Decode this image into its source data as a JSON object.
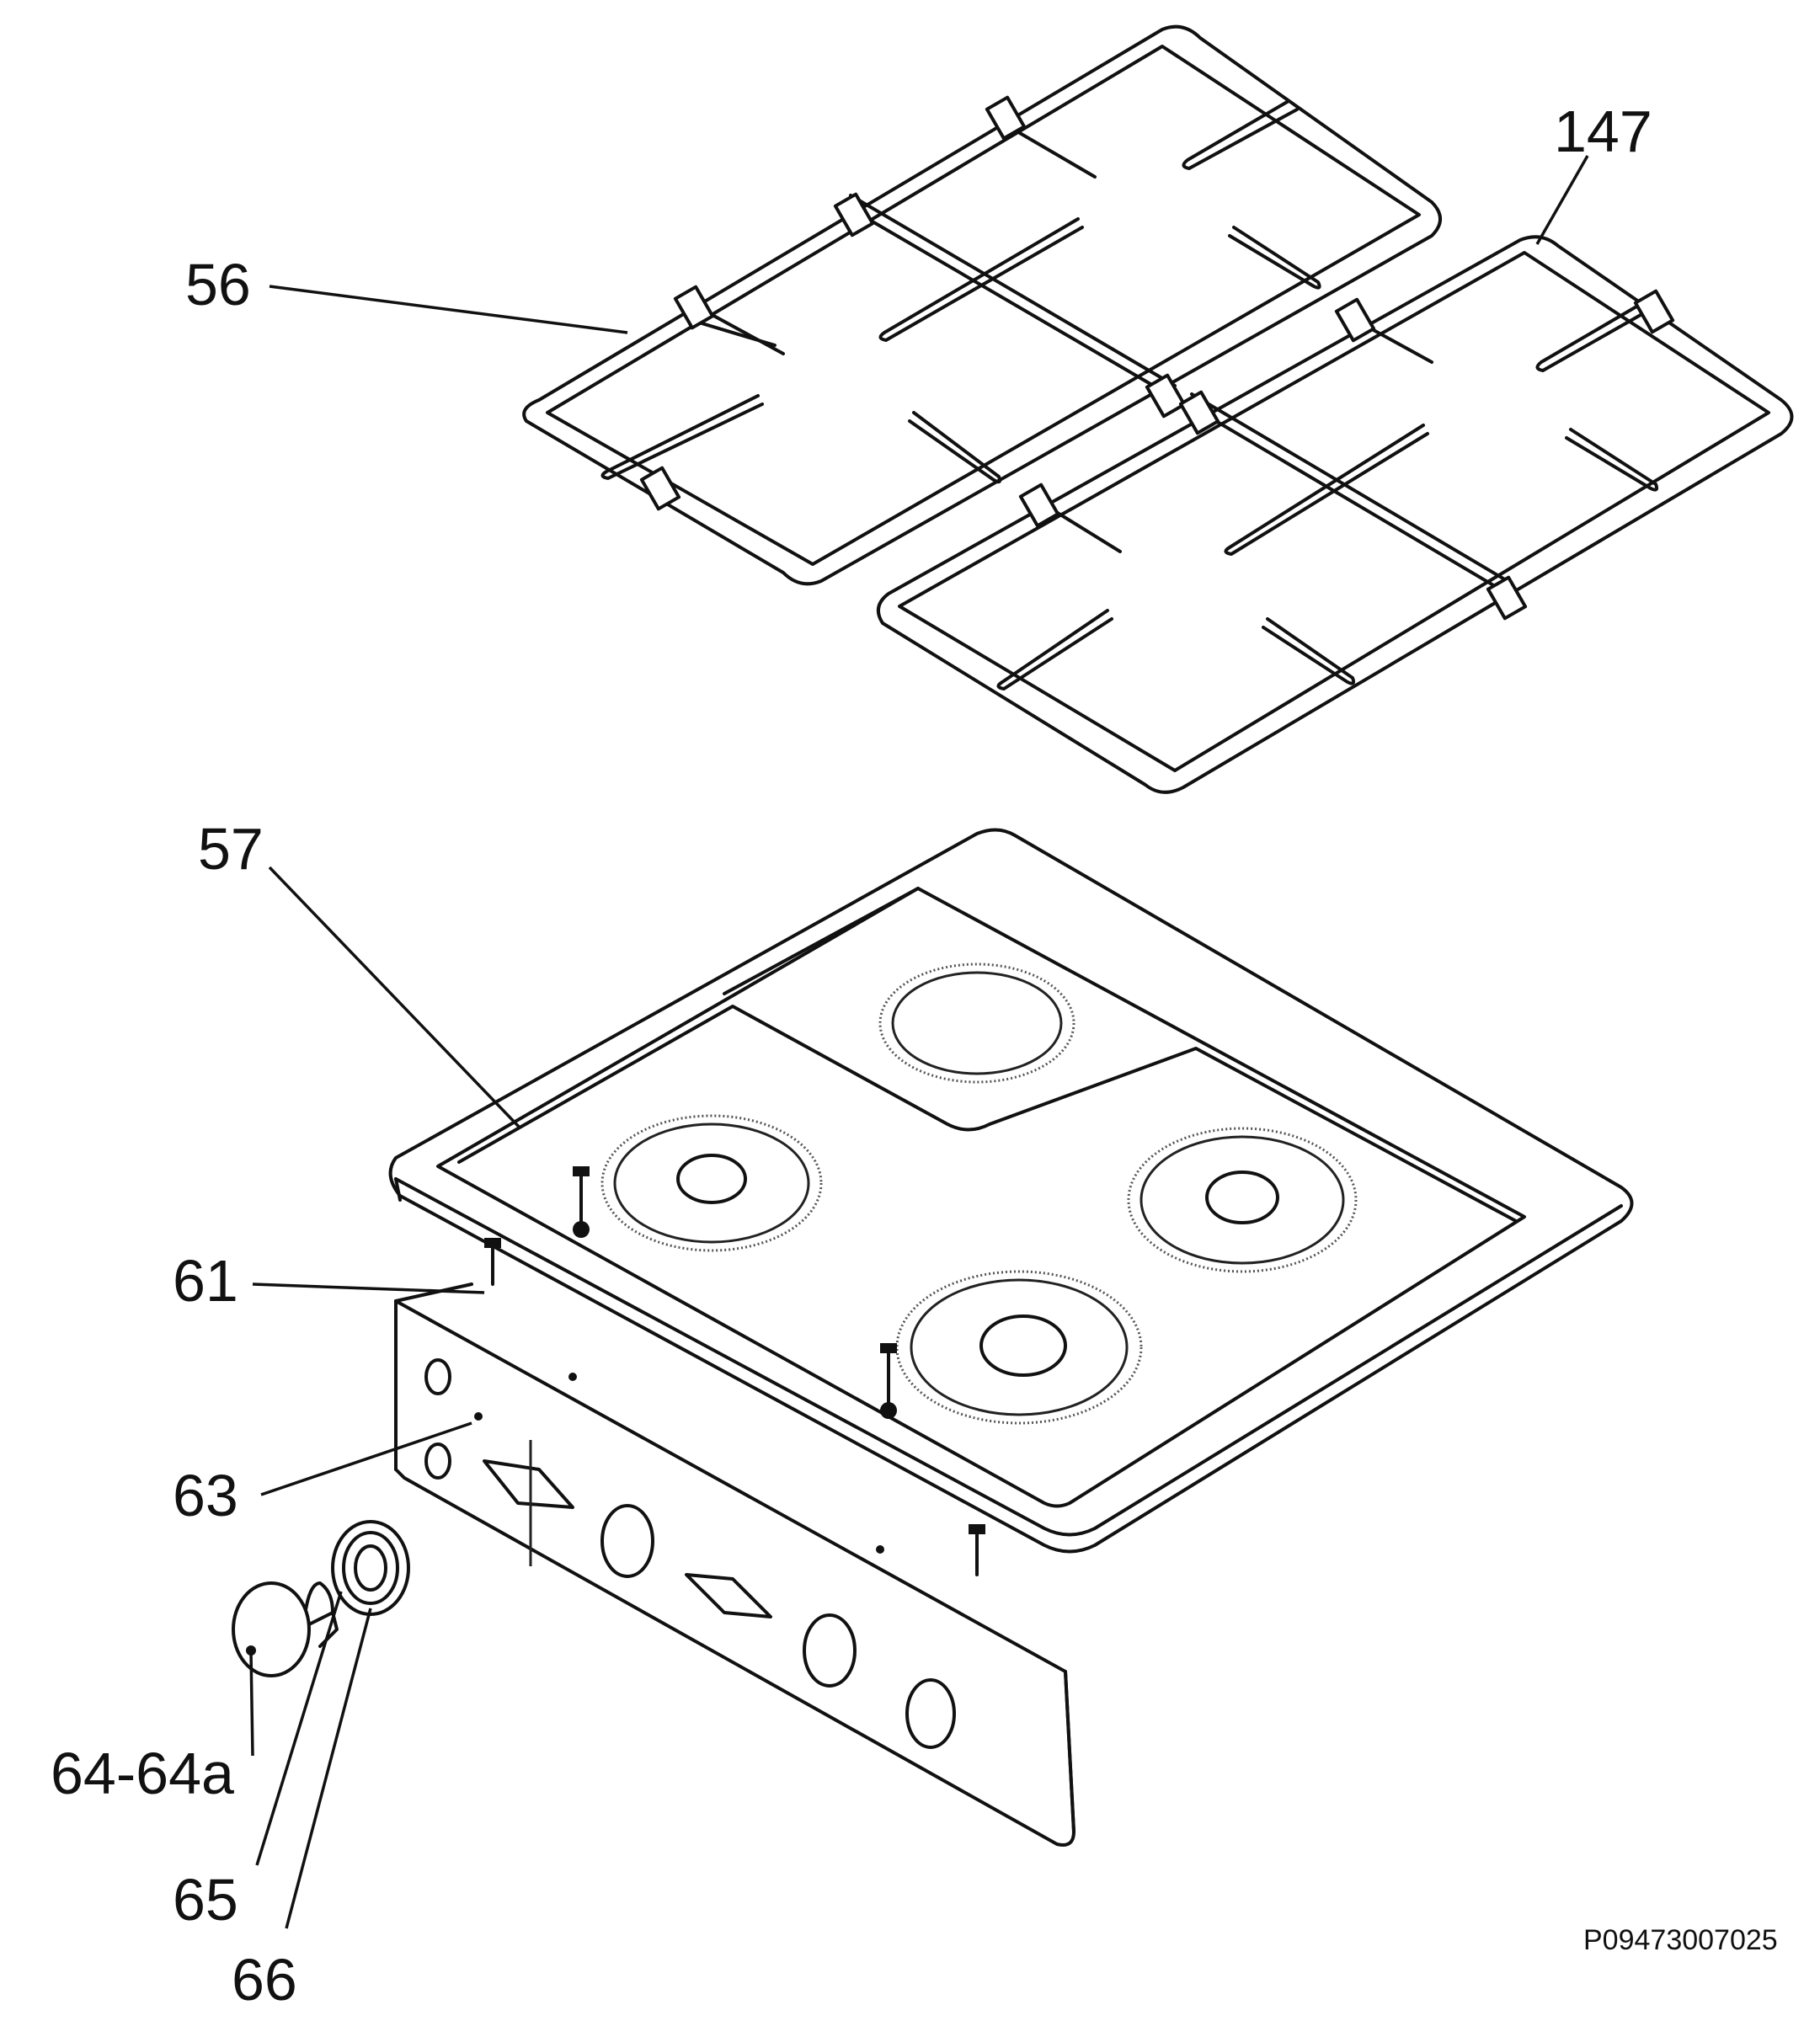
{
  "drawing_code": "P09473007025",
  "callouts": [
    {
      "id": "56",
      "text": "56"
    },
    {
      "id": "147",
      "text": "147"
    },
    {
      "id": "57",
      "text": "57"
    },
    {
      "id": "61",
      "text": "61"
    },
    {
      "id": "63",
      "text": "63"
    },
    {
      "id": "64",
      "text": "64-64a"
    },
    {
      "id": "65",
      "text": "65"
    },
    {
      "id": "66",
      "text": "66"
    }
  ]
}
